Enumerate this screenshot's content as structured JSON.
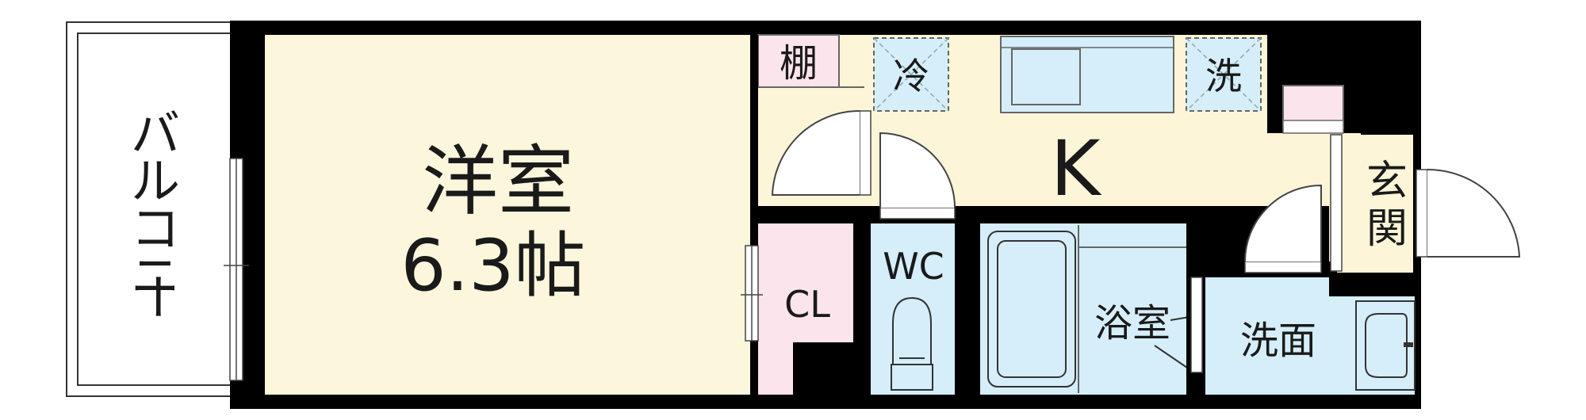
{
  "rooms": {
    "western_room": {
      "name": "洋室",
      "size": "6.3帖"
    },
    "balcony": {
      "label": "バルコニー",
      "chars": [
        "バ",
        "ル",
        "コ",
        "ニ",
        "ー"
      ]
    },
    "shelf": {
      "label": "棚"
    },
    "fridge_space": {
      "label": "冷"
    },
    "washer_space": {
      "label": "洗"
    },
    "kitchen": {
      "label": "K"
    },
    "entrance": {
      "label": "玄関",
      "chars": [
        "玄",
        "関"
      ]
    },
    "closet": {
      "label": "CL"
    },
    "toilet": {
      "label": "WC"
    },
    "bathroom": {
      "label": "浴室"
    },
    "washroom": {
      "label": "洗面"
    }
  },
  "colors": {
    "wall": "#000000",
    "western_room_floor": "#fbf6dc",
    "kitchen_floor": "#fdf5d8",
    "wet_area": "#d6eef9",
    "closet_storage": "#fbe4ec",
    "balcony_floor": "#ffffff"
  }
}
